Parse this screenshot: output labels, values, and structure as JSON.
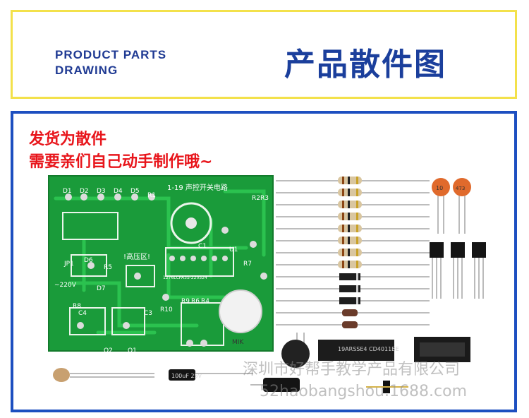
{
  "header": {
    "en_line1": "PRODUCT PARTS",
    "en_line2": "DRAWING",
    "cn_title": "产品散件图"
  },
  "notice": {
    "line1": "发货为散件",
    "line2": "需要亲们自己动手制作哦~"
  },
  "pcb": {
    "title": "1-19 声控开关电路",
    "labels": [
      "D1",
      "D2",
      "D3",
      "D4",
      "D5",
      "R1",
      "D6",
      "R5",
      "D7",
      "JP1",
      "~220V",
      "C1",
      "U1",
      "R2",
      "R3",
      "R7",
      "C4",
      "C3",
      "R8",
      "R9",
      "R6",
      "R4",
      "R10",
      "Q2",
      "Q1",
      "MIK",
      "!高压区!"
    ],
    "serial": "1276LCPA3S-220524"
  },
  "components": {
    "capacitor_codes": [
      "10",
      "473"
    ],
    "electrolytic_label": "100uF 25V",
    "ic_marking": "19ARSSE4 CD4011BE"
  },
  "watermark": {
    "line1": "深圳市好帮手教学产品有限公司",
    "line2": "52haobangshou.1688.com"
  },
  "colors": {
    "header_border": "#f3e14b",
    "frame_border": "#1d4fc0",
    "title_blue": "#1b3f9c",
    "notice_red": "#e8151b",
    "pcb_green": "#1a9b3a"
  }
}
